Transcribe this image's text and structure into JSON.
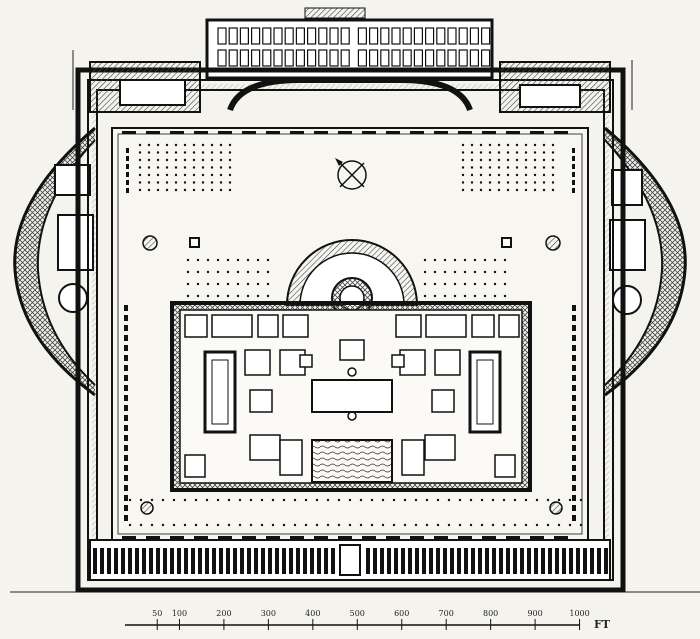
{
  "plan": {
    "ink": "#1a1a1a",
    "paper": "#f4f3ee",
    "hatch": "#555555",
    "compass_icon": "compass-rose-icon"
  },
  "scale_bar": {
    "ticks": [
      "50",
      "100",
      "200",
      "300",
      "400",
      "500",
      "600",
      "700",
      "800",
      "900",
      "1000"
    ],
    "unit": "FT"
  }
}
